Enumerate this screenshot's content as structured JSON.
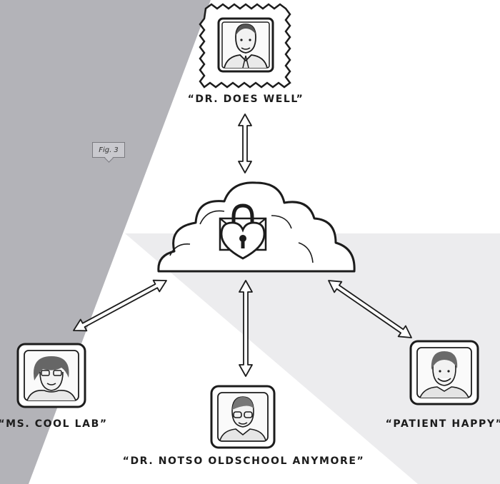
{
  "figure": {
    "tag": "Fig. 3"
  },
  "hub": {
    "icon": "cloud-heart-lock-icon"
  },
  "people": {
    "top": {
      "label": "“DR. DOES WELL”",
      "icon": "doctor-portrait-icon"
    },
    "left": {
      "label": "“MS. COOL LAB”",
      "icon": "lab-woman-portrait-icon"
    },
    "bottom": {
      "label": "“DR. NOTSO OLDSCHOOL ANYMORE”",
      "icon": "glasses-doctor-portrait-icon"
    },
    "right": {
      "label": "“PATIENT HAPPY”",
      "icon": "patient-portrait-icon"
    }
  },
  "colors": {
    "dark_band": "#b3b3b8",
    "light_band": "#ececee",
    "ink": "#1c1c1c"
  }
}
